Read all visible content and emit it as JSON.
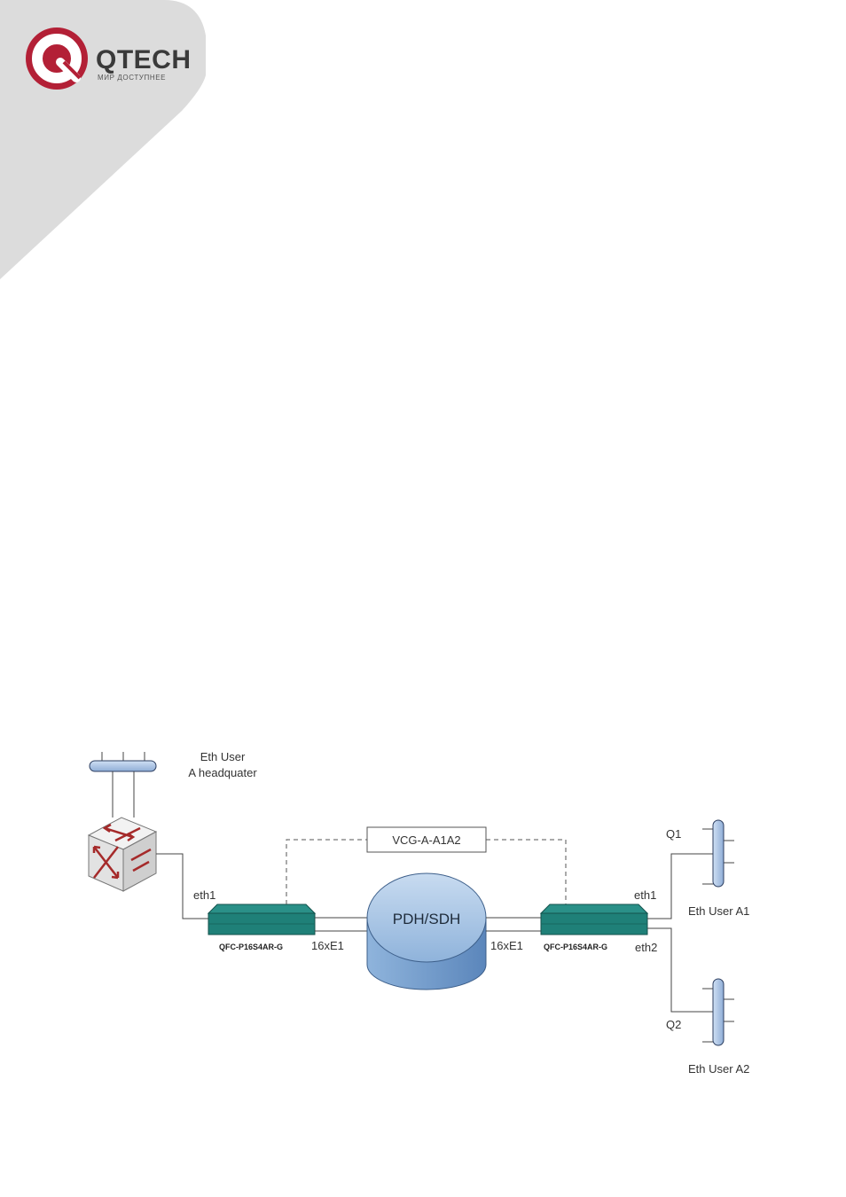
{
  "brand": {
    "name": "QTECH",
    "tagline": "МИР ДОСТУПНЕЕ",
    "colors": {
      "primary": "#b32036",
      "text": "#3a3a3a",
      "corner": "#dcdcdc"
    }
  },
  "diagram": {
    "labels": {
      "hq_user": [
        "Eth User",
        "A headquater"
      ],
      "eth1_left": "eth1",
      "device_left": "QFC-P16S4AR-G",
      "link_left": "16xE1",
      "vcg": "VCG-A-A1A2",
      "cloud": "PDH/SDH",
      "link_right": "16xE1",
      "device_right": "QFC-P16S4AR-G",
      "eth1_right": "eth1",
      "eth2_right": "eth2",
      "q1": "Q1",
      "q2": "Q2",
      "user_a1": "Eth User A1",
      "user_a2": "Eth User A2"
    },
    "colors": {
      "device": "#1f8078",
      "cloud": "#7aa3d0",
      "bus": "#a9c2e6",
      "switch_arrows": "#a52a2a",
      "line": "#444444"
    }
  }
}
